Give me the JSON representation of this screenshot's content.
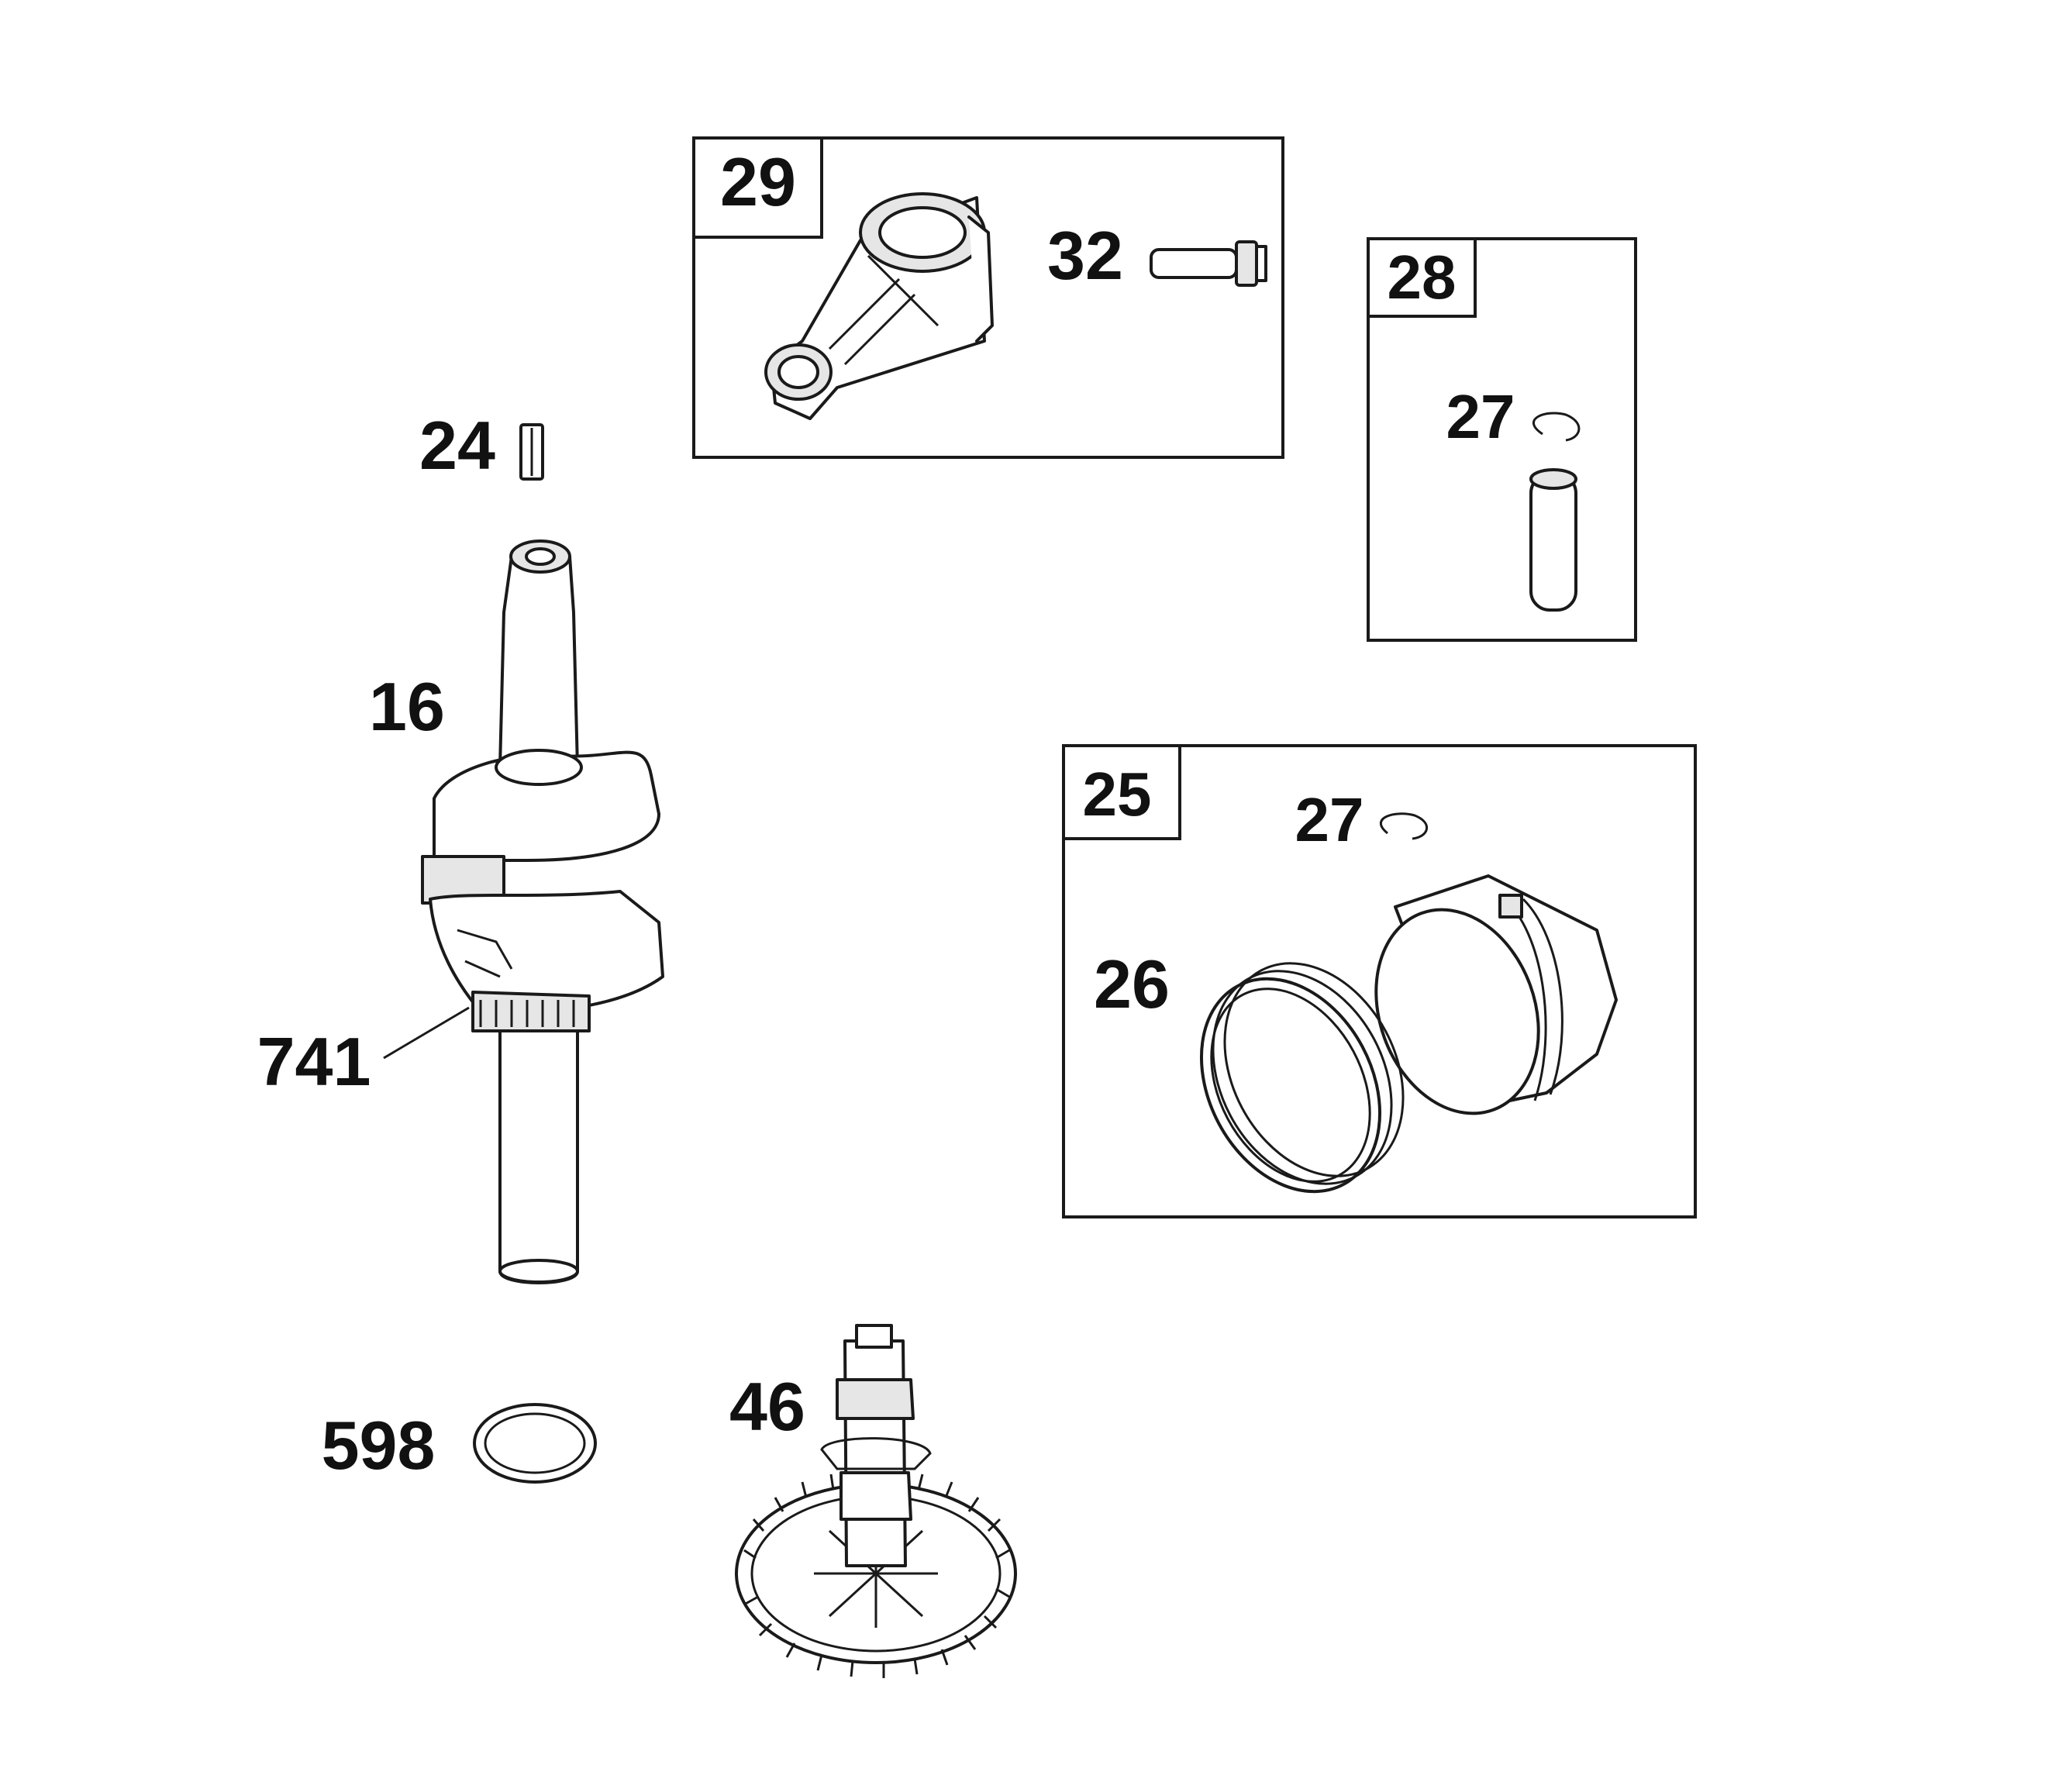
{
  "callouts": {
    "c29": "29",
    "c32": "32",
    "c28": "28",
    "c27a": "27",
    "c24": "24",
    "c16": "16",
    "c25": "25",
    "c27b": "27",
    "c26": "26",
    "c741": "741",
    "c598": "598",
    "c46": "46"
  },
  "colors": {
    "line": "#1a1a1a",
    "background": "#ffffff",
    "shade": "#e6e6e6"
  }
}
